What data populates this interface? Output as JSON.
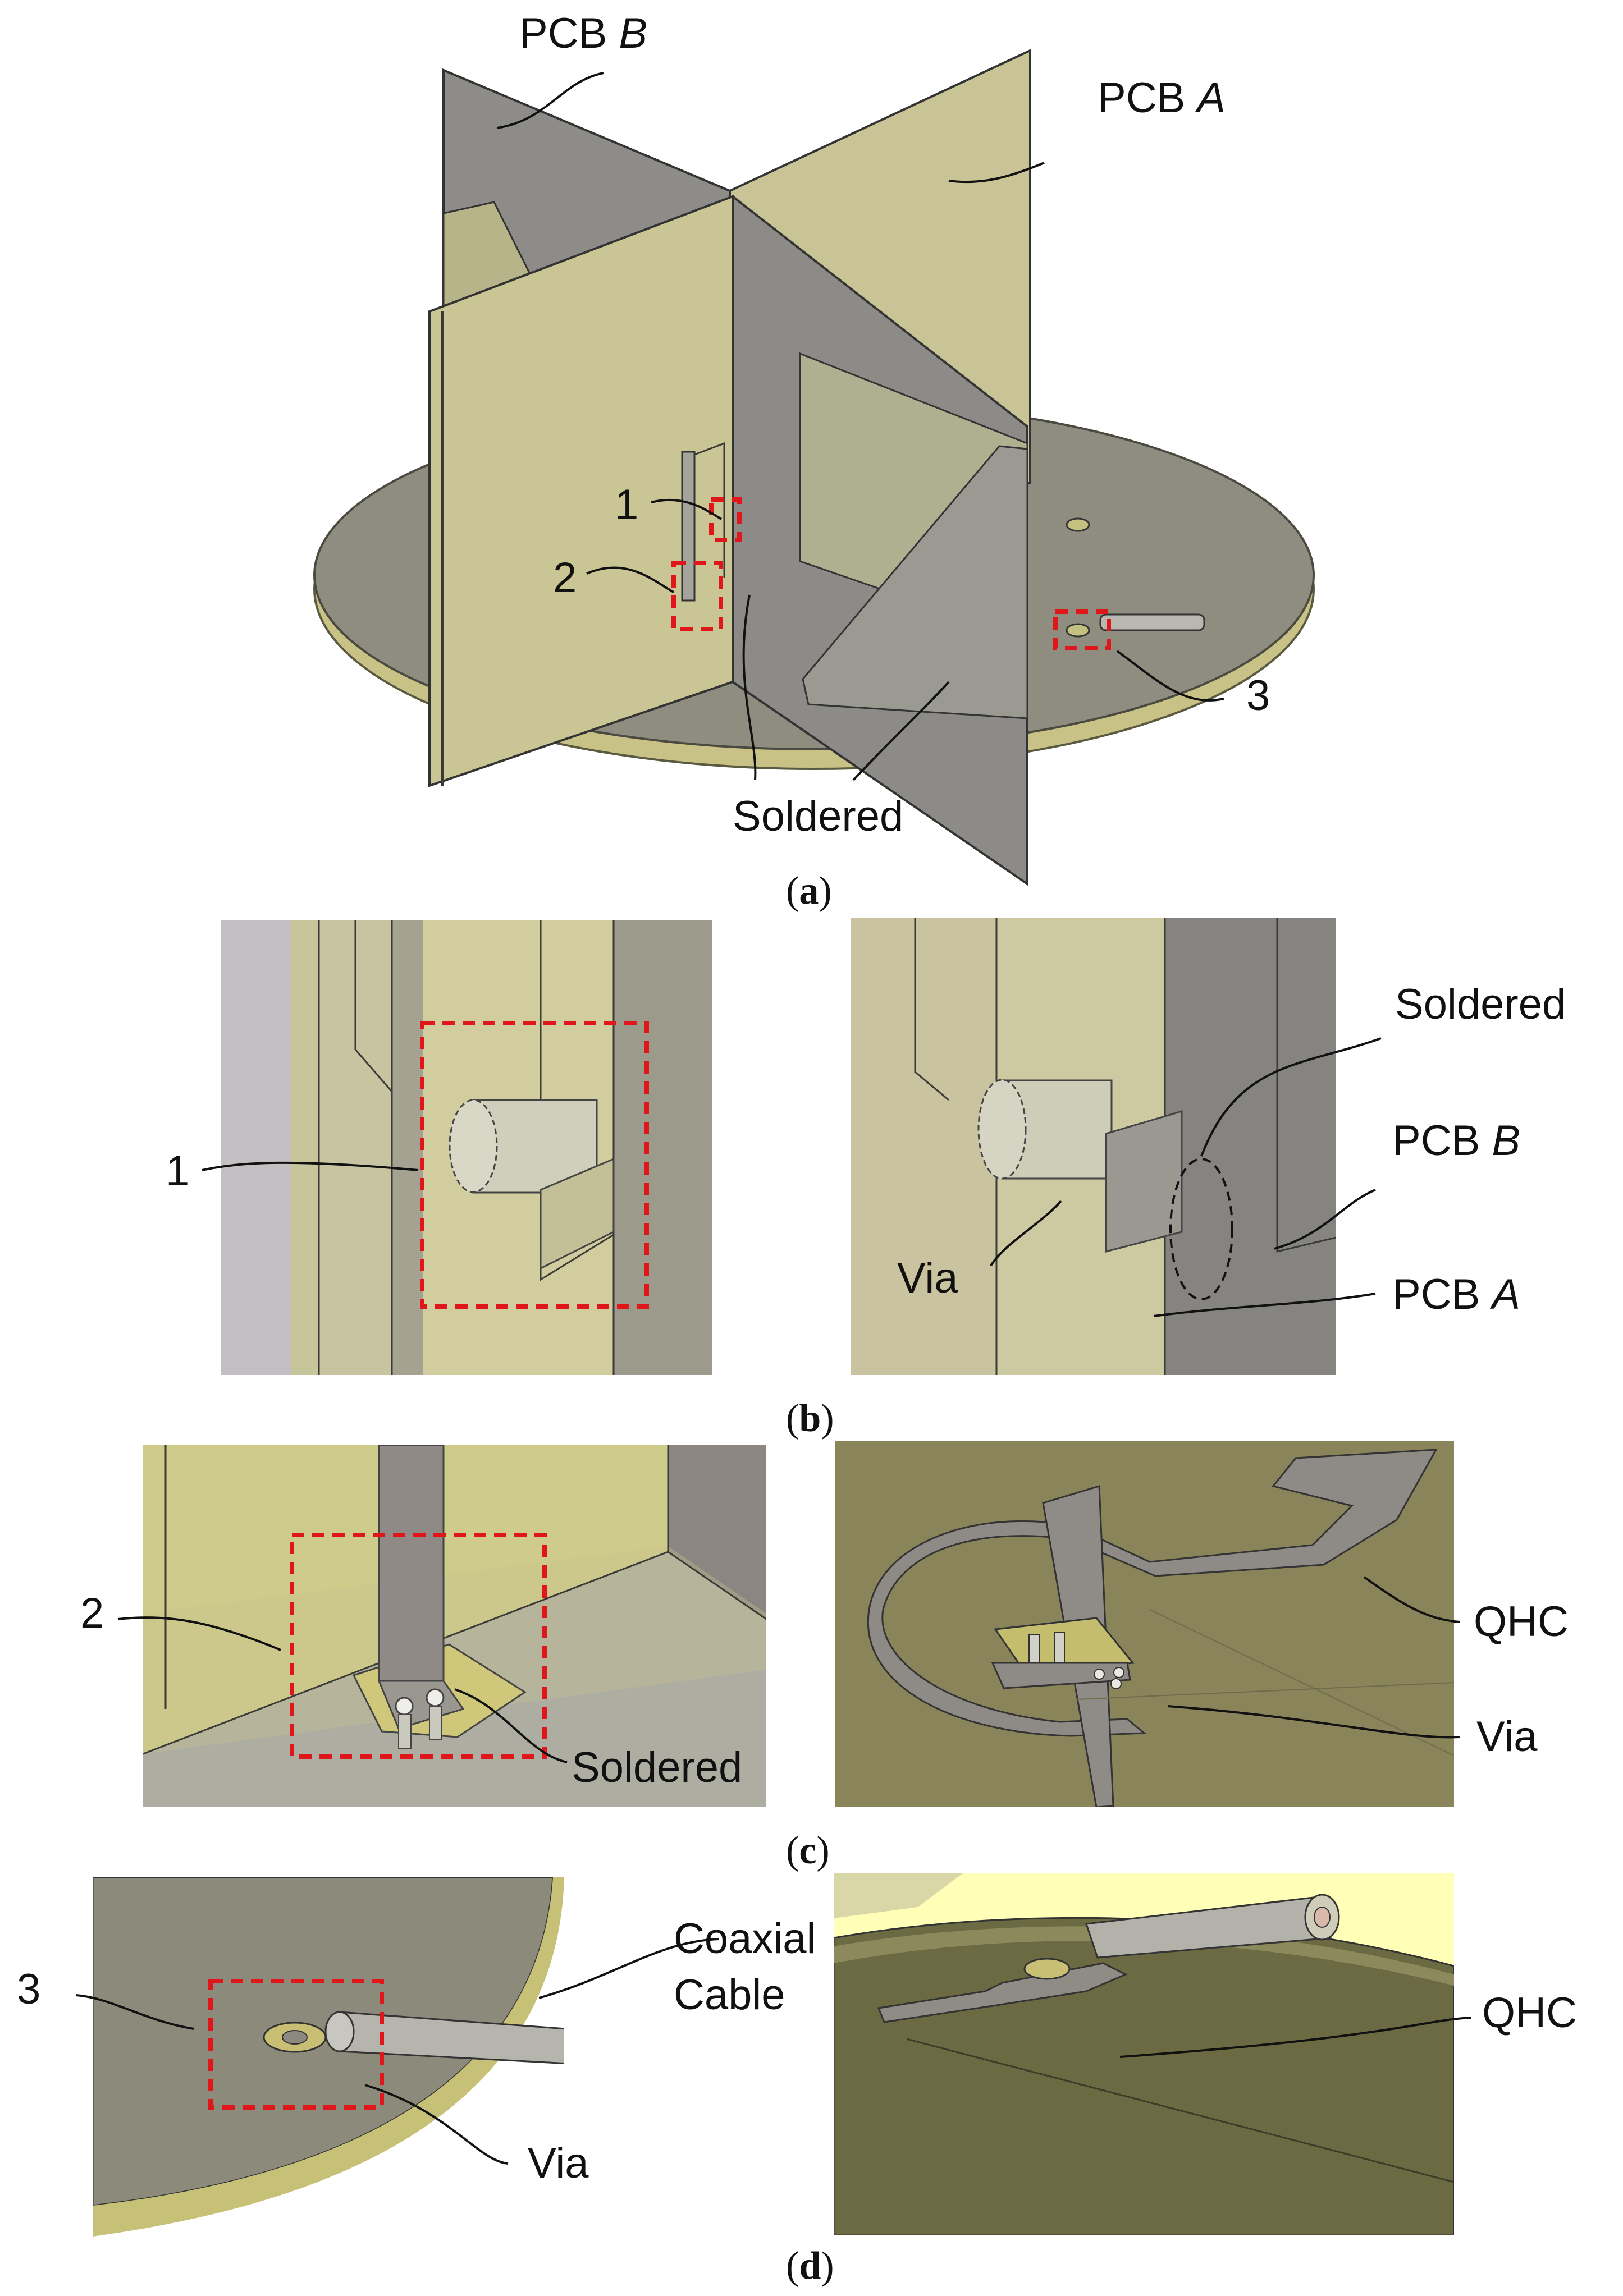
{
  "labels": {
    "a": {
      "pcb_b": "PCB ",
      "pcb_b_it": "B",
      "pcb_a": "PCB ",
      "pcb_a_it": "A",
      "one": "1",
      "two": "2",
      "three": "3",
      "soldered": "Soldered"
    },
    "b": {
      "one": "1",
      "soldered": "Soldered",
      "pcb_b": "PCB ",
      "pcb_b_it": "B",
      "via": "Via",
      "pcb_a": "PCB ",
      "pcb_a_it": "A"
    },
    "c": {
      "two": "2",
      "soldered": "Soldered",
      "qhc": "QHC",
      "via": "Via"
    },
    "d": {
      "three": "3",
      "coaxial_line1": "Coaxial",
      "coaxial_line2": "Cable",
      "via": "Via",
      "qhc": "QHC"
    }
  },
  "captions": {
    "a": "a",
    "b": "b",
    "c": "c",
    "d": "d"
  },
  "colors": {
    "pcb_yellow": "#c9c594",
    "pcb_grey": "#8f8f88",
    "ground_grey": "#7a7a68",
    "highlight_red": "#e0171a"
  }
}
